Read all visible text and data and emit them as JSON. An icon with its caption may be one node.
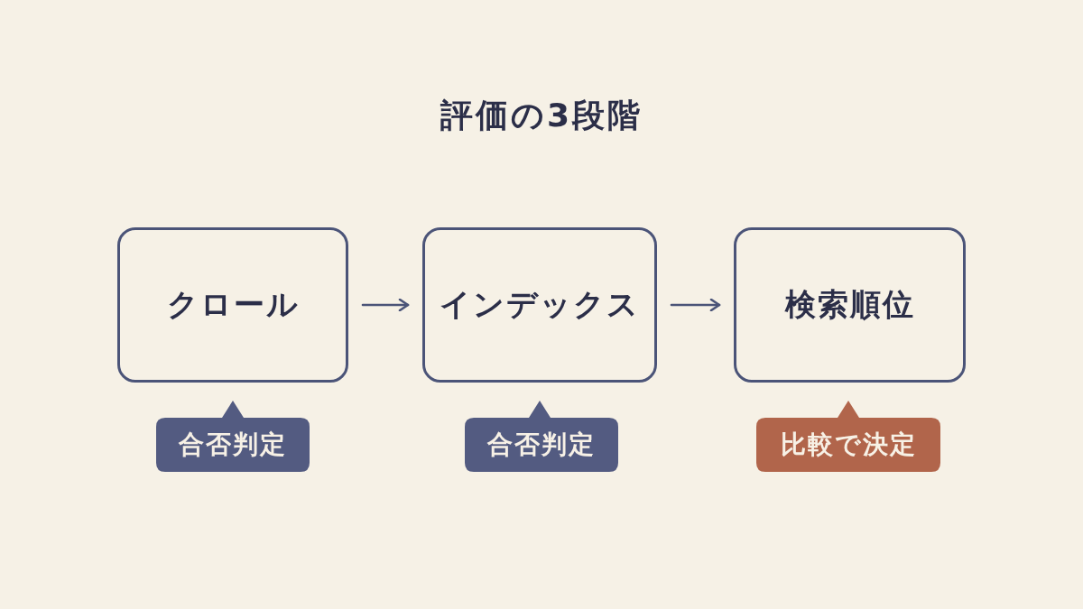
{
  "diagram": {
    "title": "評価の3段階",
    "nodes": [
      {
        "text": [
          "クロール"
        ]
      },
      {
        "text": [
          "インデックス"
        ]
      },
      {
        "text": [
          "検索順位"
        ]
      },
      {
        "text": [
          "合否判定"
        ]
      },
      {
        "text": [
          "合否判定"
        ]
      },
      {
        "text": [
          "比較で決定"
        ]
      }
    ],
    "edges": [
      {
        "from": 0,
        "to": 1,
        "arrow": "to"
      },
      {
        "from": 1,
        "to": 2,
        "arrow": "to"
      }
    ]
  }
}
